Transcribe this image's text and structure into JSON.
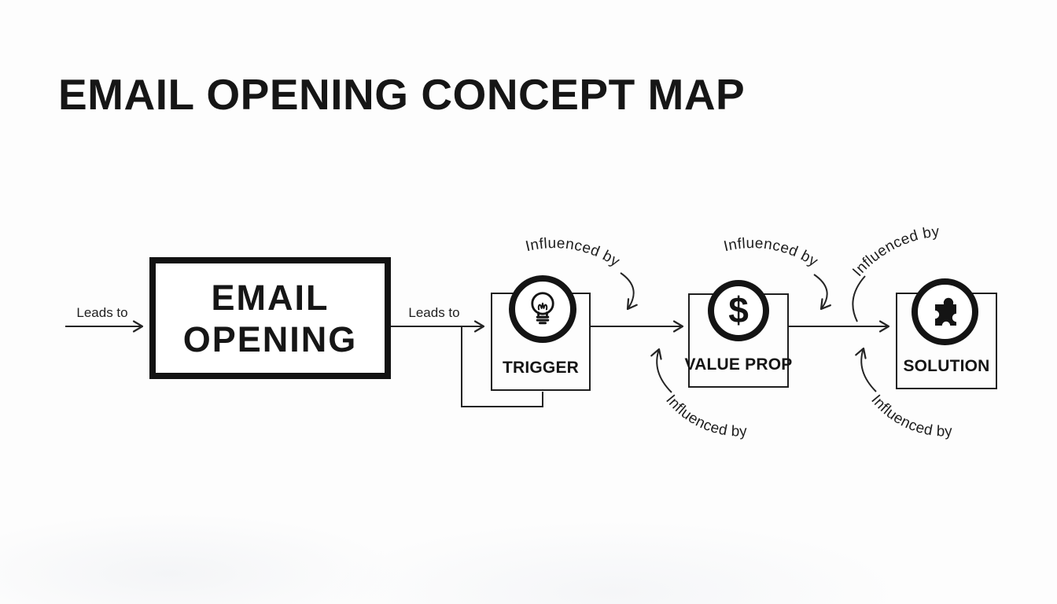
{
  "title": "EMAIL OPENING CONCEPT MAP",
  "colors": {
    "ink": "#1c1c1c",
    "background": "#fdfdfd"
  },
  "main_node": {
    "label_line1": "EMAIL",
    "label_line2": "OPENING"
  },
  "edge_labels": {
    "leads_to_left": "Leads to",
    "leads_to_right": "Leads to",
    "influenced_by_trigger_top": "Influenced by",
    "influenced_by_valueprop_top": "Influenced by",
    "influenced_by_solution_top": "Influenced by",
    "influenced_by_valueprop_bottom": "Influenced by",
    "influenced_by_solution_bottom": "Influenced by"
  },
  "nodes": [
    {
      "label": "TRIGGER",
      "icon": "lightbulb-icon"
    },
    {
      "label": "VALUE PROP",
      "icon": "dollar-icon",
      "glyph": "$"
    },
    {
      "label": "SOLUTION",
      "icon": "puzzle-icon"
    }
  ]
}
